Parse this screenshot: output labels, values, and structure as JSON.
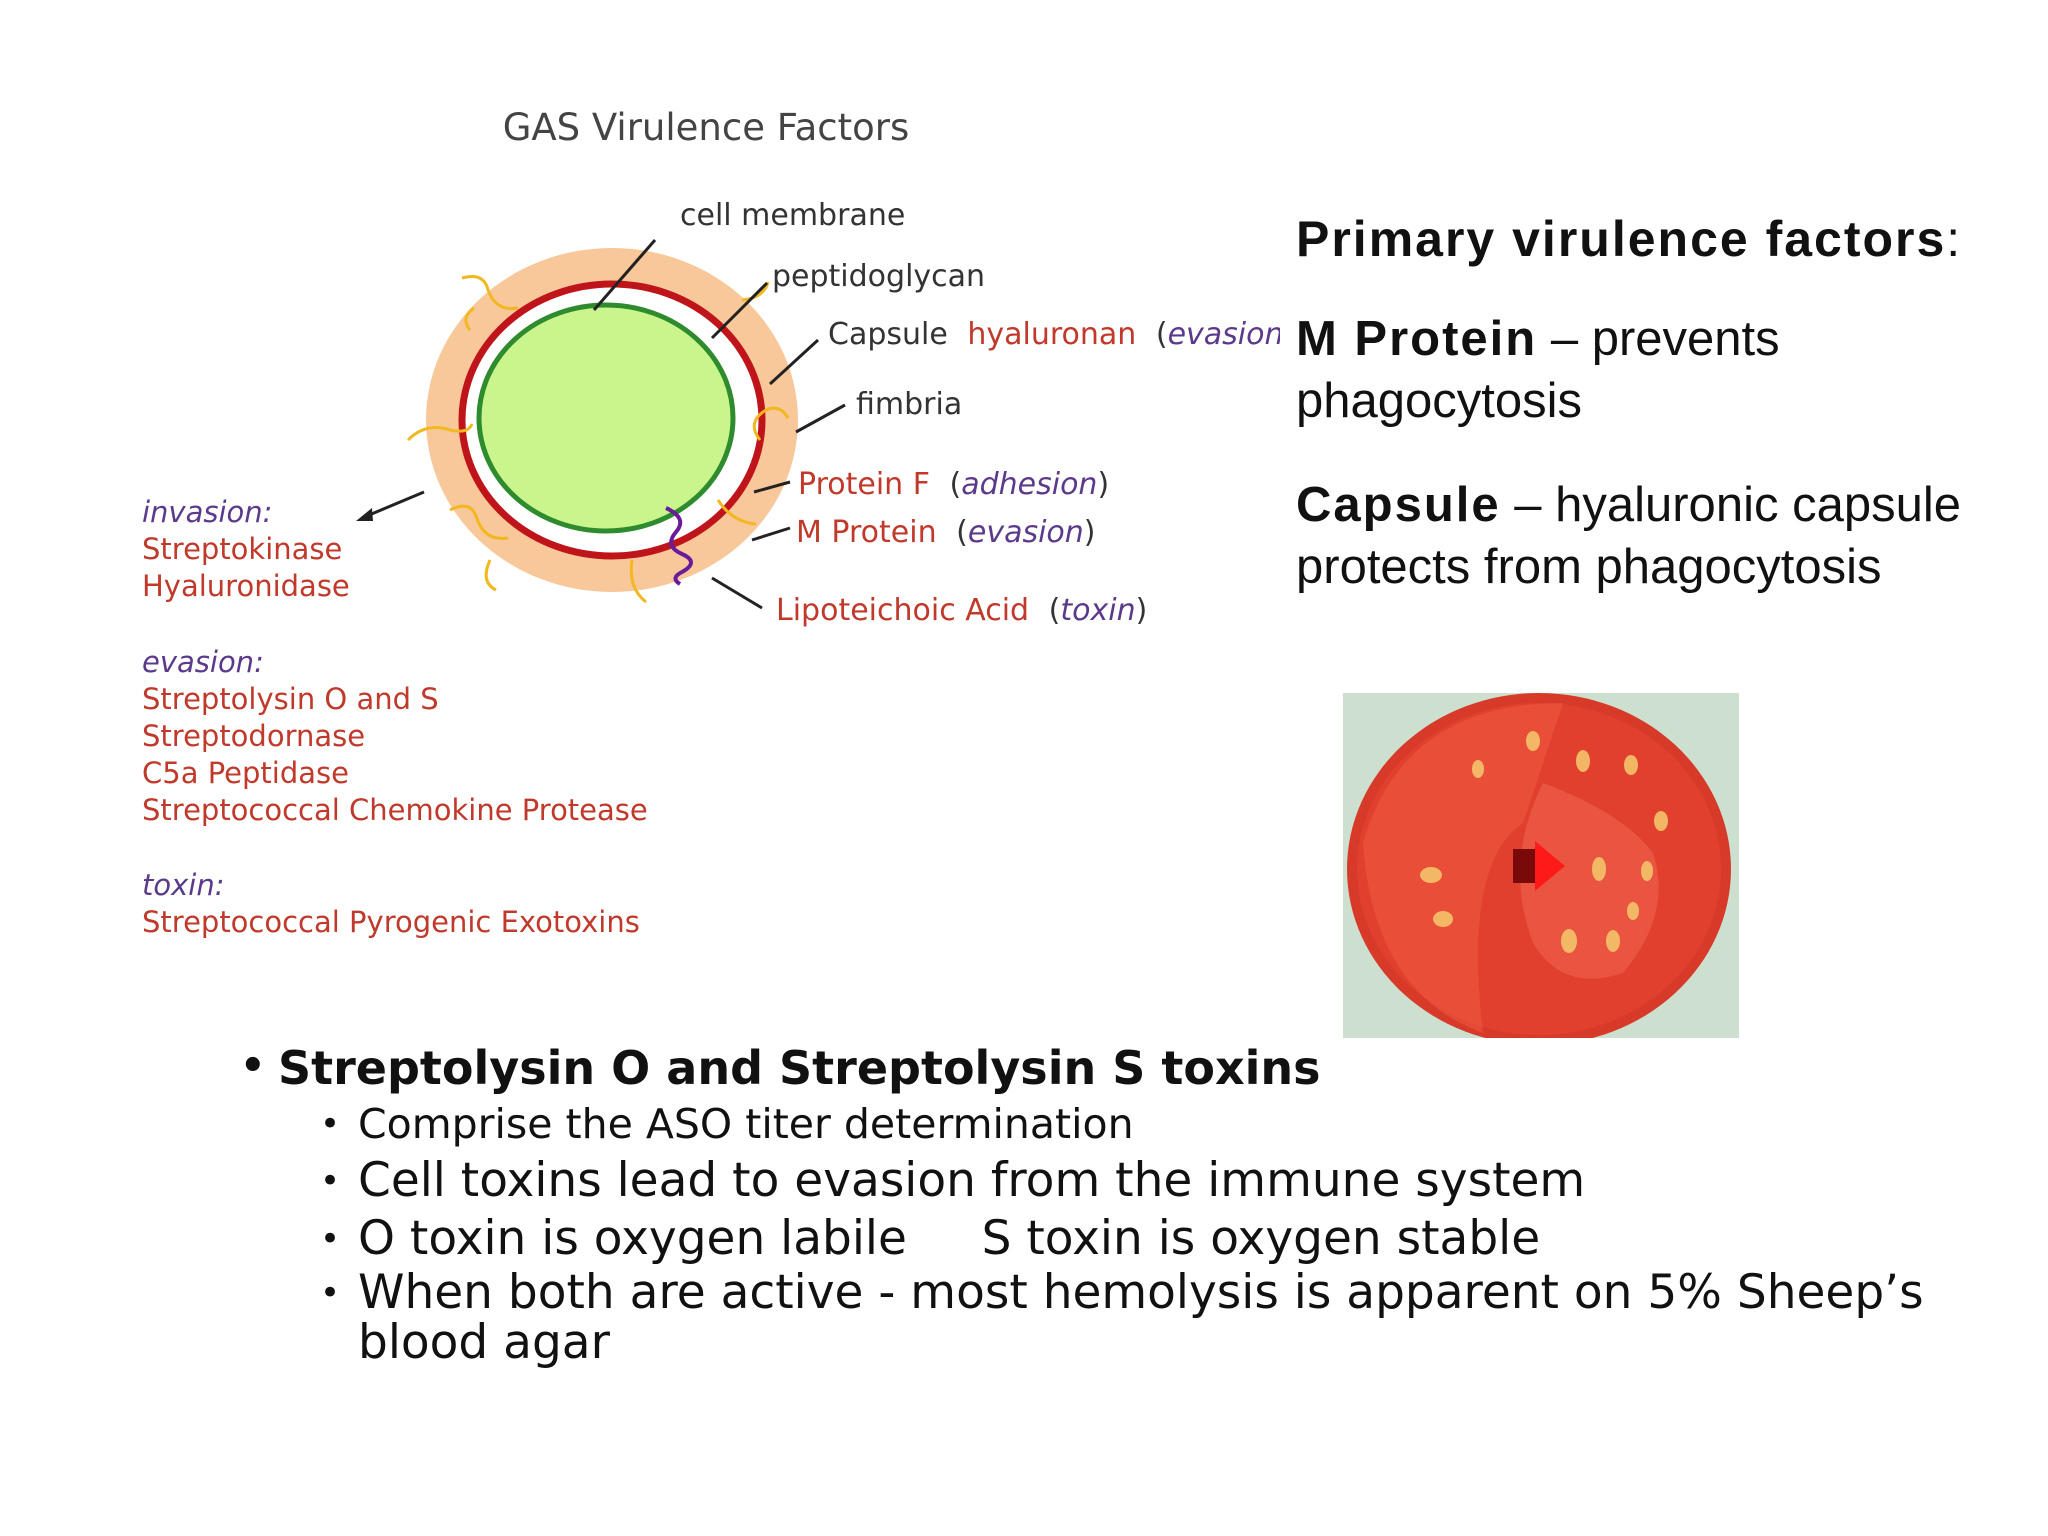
{
  "diagram": {
    "title": "GAS Virulence Factors",
    "labels": {
      "cell_membrane": "cell membrane",
      "peptidoglycan": "peptidoglycan",
      "capsule_word": "Capsule",
      "capsule_hyaluronan": "hyaluronan",
      "capsule_role_open": "(",
      "capsule_role": "evasion",
      "capsule_role_close": ")",
      "fimbria": "fimbria",
      "protein_f": "Protein F",
      "protein_f_role": "adhesion",
      "m_protein": "M Protein",
      "m_protein_role": "evasion",
      "lta": "Lipoteichoic Acid",
      "lta_role": "toxin"
    },
    "side": {
      "invasion": {
        "heading": "invasion:",
        "items": [
          "Streptokinase",
          "Hyaluronidase"
        ]
      },
      "evasion": {
        "heading": "evasion:",
        "items": [
          "Streptolysin O and S",
          "Streptodornase",
          "C5a Peptidase",
          "Streptococcal Chemokine Protease"
        ]
      },
      "toxin": {
        "heading": "toxin:",
        "items": [
          "Streptococcal Pyrogenic Exotoxins"
        ]
      }
    },
    "colors": {
      "capsule": "#f8c79a",
      "cell_wall": "#c0141b",
      "membrane": "#2e8b2e",
      "cytoplasm": "#c9f58c",
      "fimbria": "#f2b820",
      "m_protein": "#6a1b9a",
      "label_red": "#c0392b",
      "label_purple": "#5b3a8c"
    }
  },
  "primary": {
    "title": "Primary virulence factors",
    "title_colon": ":",
    "m_protein_term": "M Protein",
    "m_protein_desc": " – prevents phagocytosis",
    "capsule_term": "Capsule",
    "capsule_desc": " – hyaluronic capsule protects from phagocytosis"
  },
  "bullets": {
    "heading": "Streptolysin O and Streptolysin S toxins",
    "items": [
      "Comprise the ASO titer determination",
      "Cell toxins lead to evasion from the immune system",
      "O toxin is oxygen labile     S toxin is oxygen stable",
      "When both are active - most hemolysis is apparent on 5% Sheep’s blood agar"
    ]
  }
}
